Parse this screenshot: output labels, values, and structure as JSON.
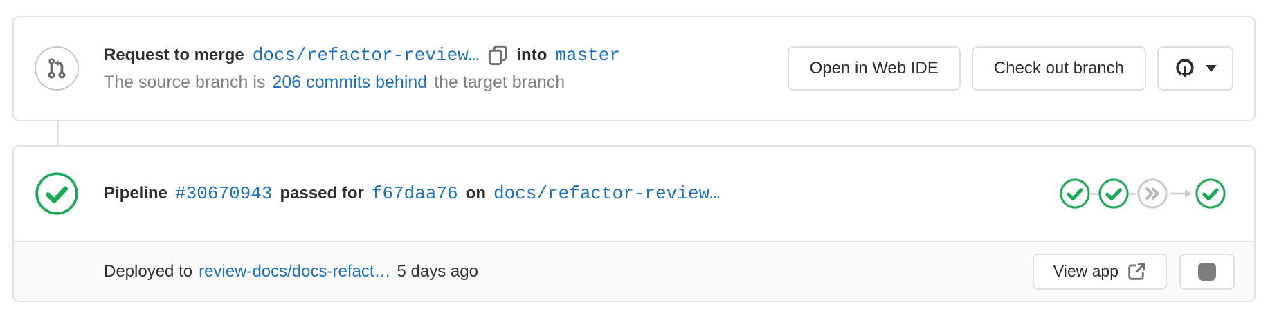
{
  "colors": {
    "link-blue": "#1d6fc2",
    "green": "#1aaa55",
    "text-dark": "#2e2e2e",
    "text-gray": "#828282",
    "border": "#e3e3e3",
    "footer-bg": "#fafafa",
    "icon-gray": "#6e6e6e",
    "skipped-gray": "#b9b9b9"
  },
  "mr_header": {
    "title_prefix": "Request to merge",
    "source_branch": "docs/refactor-review…",
    "copy_icon": "copy-branch-name-icon",
    "into_label": "into",
    "target_branch": "master",
    "subtitle_prefix": "The source branch is",
    "commits_behind_link": "206 commits behind",
    "subtitle_suffix": "the target branch",
    "avatar_icon": "merge-request-icon",
    "buttons": {
      "open_web_ide": "Open in Web IDE",
      "checkout_branch": "Check out branch",
      "download_icon": "cloud-download-icon",
      "caret_icon": "caret-down-icon"
    }
  },
  "pipeline": {
    "label": "Pipeline",
    "id_link": "#30670943",
    "status_phrase": "passed for",
    "commit_link": "f67daa76",
    "on_label": "on",
    "branch_link": "docs/refactor-review…",
    "status_icon": "check-circle-icon",
    "stages": [
      {
        "status": "passed"
      },
      {
        "status": "passed"
      },
      {
        "status": "skipped"
      },
      {
        "status": "passed",
        "after_arrow": true
      }
    ]
  },
  "deployment": {
    "prefix": "Deployed to",
    "environment_link": "review-docs/docs-refact…",
    "time_ago": "5 days ago",
    "view_app_label": "View app",
    "external_link_icon": "external-link-icon",
    "stop_icon": "stop-environment-icon"
  }
}
